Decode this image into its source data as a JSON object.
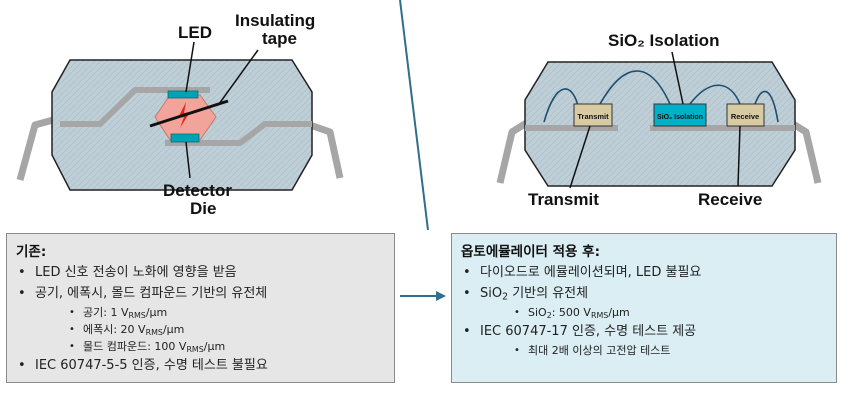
{
  "left_diagram": {
    "label_led": "LED",
    "label_tape_line1": "Insulating",
    "label_tape_line2": "tape",
    "label_detector_line1": "Detector",
    "label_detector_line2": "Die"
  },
  "right_diagram": {
    "label_top": "SiO₂ Isolation",
    "chip_transmit": "Transmit",
    "chip_isolation": "SiO₂ Isolation",
    "chip_receive": "Receive",
    "label_transmit": "Transmit",
    "label_receive": "Receive"
  },
  "panel_before": {
    "title": "기존:",
    "bullets": [
      "LED 신호 전송이 노화에 영향을 받음",
      "공기, 에폭시, 몰드 컴파운드 기반의 유전체"
    ],
    "sub_items": [
      {
        "prefix": "공기: 1 V",
        "sub": "RMS",
        "suffix": "/µm"
      },
      {
        "prefix": "에폭시: 20 V",
        "sub": "RMS",
        "suffix": "/µm"
      },
      {
        "prefix": "몰드 컴파운드: 100 V",
        "sub": "RMS",
        "suffix": "/µm"
      }
    ],
    "last_bullet": "IEC 60747-5-5 인증, 수명 테스트 불필요"
  },
  "panel_after": {
    "title": "옵토에뮬레이터 적용 후:",
    "bullet_1": "다이오드로 에뮬레이션되며, LED 불필요",
    "bullet_2_prefix": "SiO",
    "bullet_2_sub": "2",
    "bullet_2_suffix": " 기반의 유전체",
    "sub_item_prefix": "SiO",
    "sub_item_sub1": "2",
    "sub_item_mid": ": 500 V",
    "sub_item_sub2": "RMS",
    "sub_item_suffix": "/µm",
    "bullet_3": "IEC 60747-17 인증, 수명 테스트 제공",
    "sub_item_2": "최대 2배 이상의 고전압 테스트"
  },
  "colors": {
    "package_fill": "#bfcfd8",
    "lead_gray": "#a6a6a6",
    "led_teal": "#00a3b4",
    "die_pink": "#f2a49a",
    "chip_tan": "#d8cba4",
    "chip_teal": "#00b0c8",
    "bond_wire": "#1f4e6e",
    "arrow": "#2e6e8e",
    "panel_before_bg": "#e6e6e6",
    "panel_after_bg": "#daeef3"
  }
}
